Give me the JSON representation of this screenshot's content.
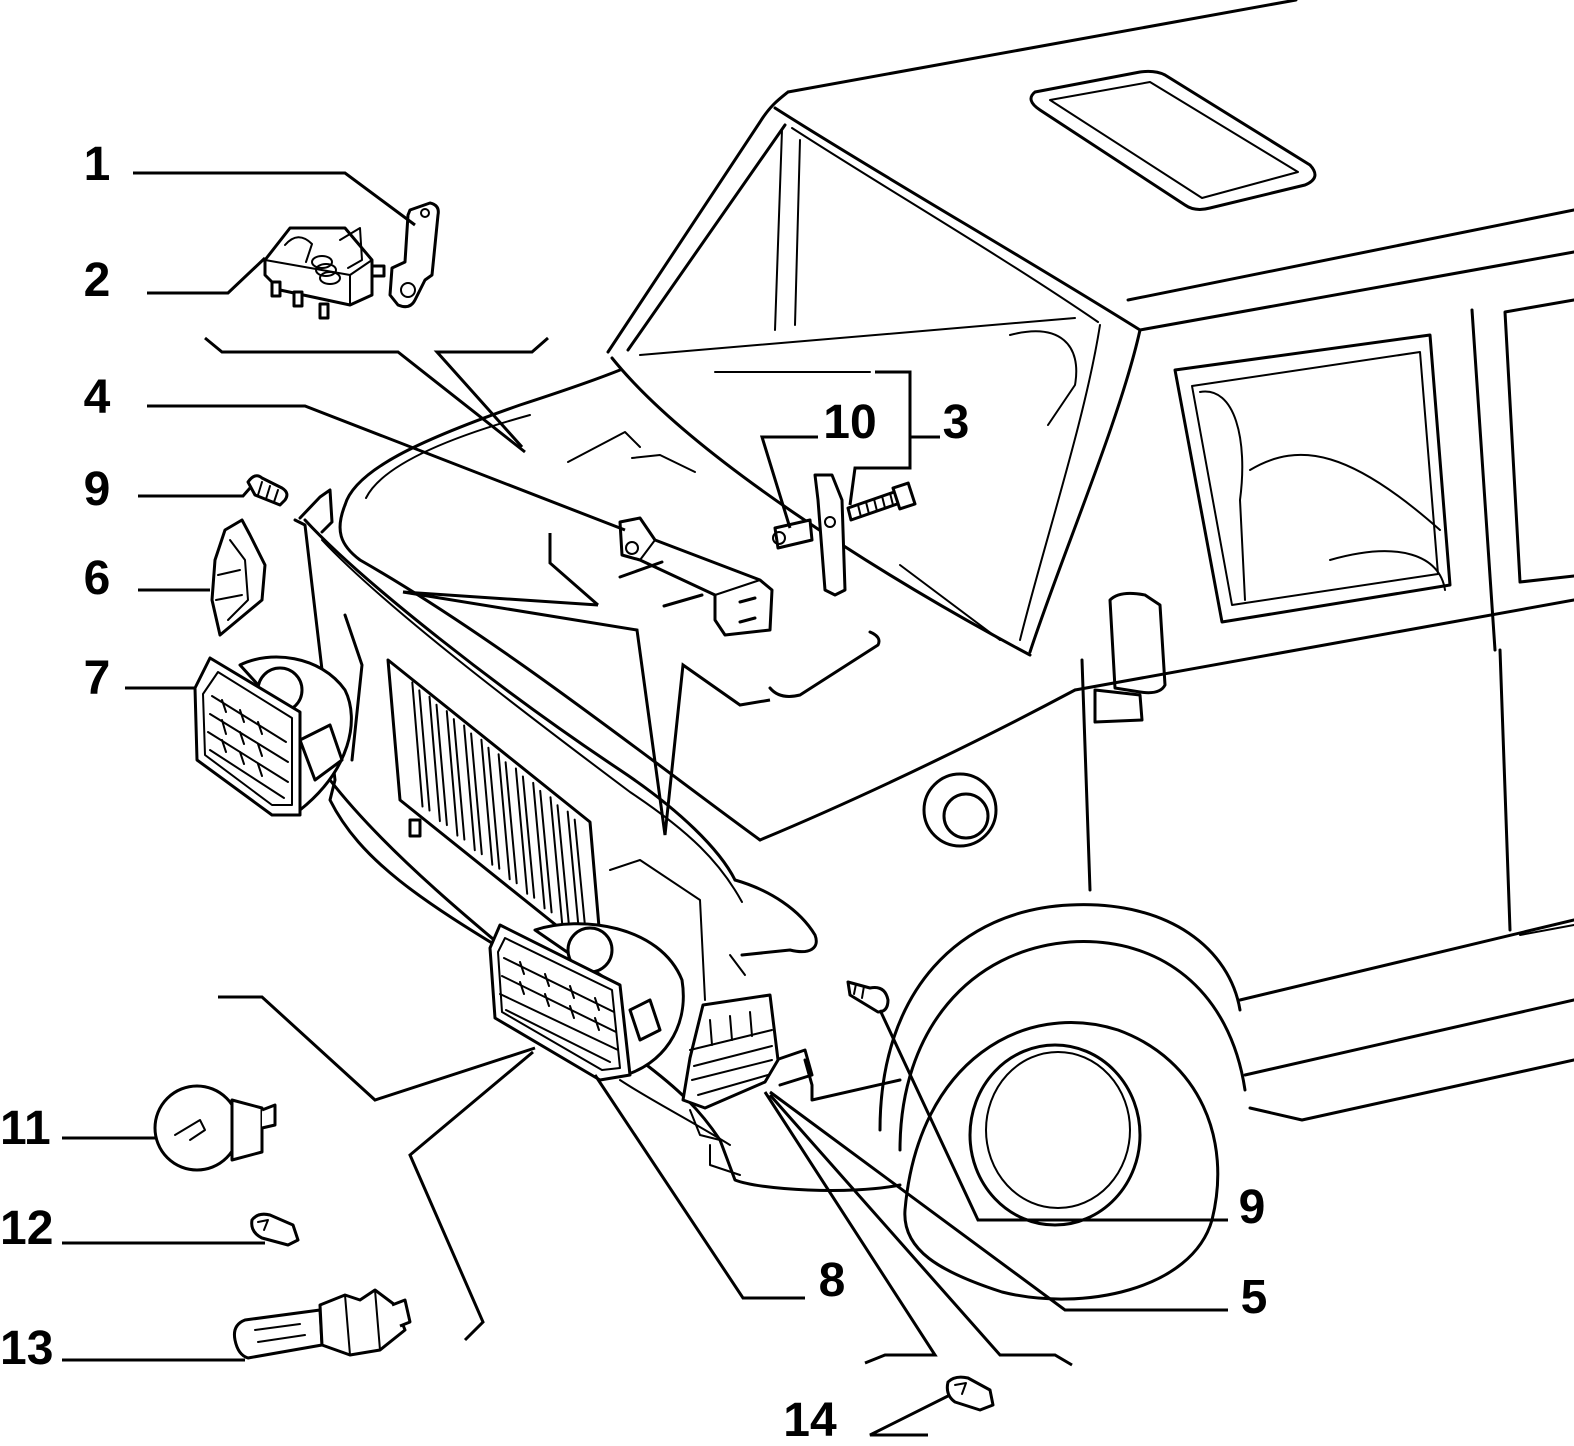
{
  "callouts": [
    {
      "label": "1"
    },
    {
      "label": "2"
    },
    {
      "label": "4"
    },
    {
      "label": "9"
    },
    {
      "label": "6"
    },
    {
      "label": "7"
    },
    {
      "label": "10"
    },
    {
      "label": "3"
    },
    {
      "label": "11"
    },
    {
      "label": "12"
    },
    {
      "label": "13"
    },
    {
      "label": "8"
    },
    {
      "label": "9"
    },
    {
      "label": "5"
    },
    {
      "label": "14"
    }
  ]
}
